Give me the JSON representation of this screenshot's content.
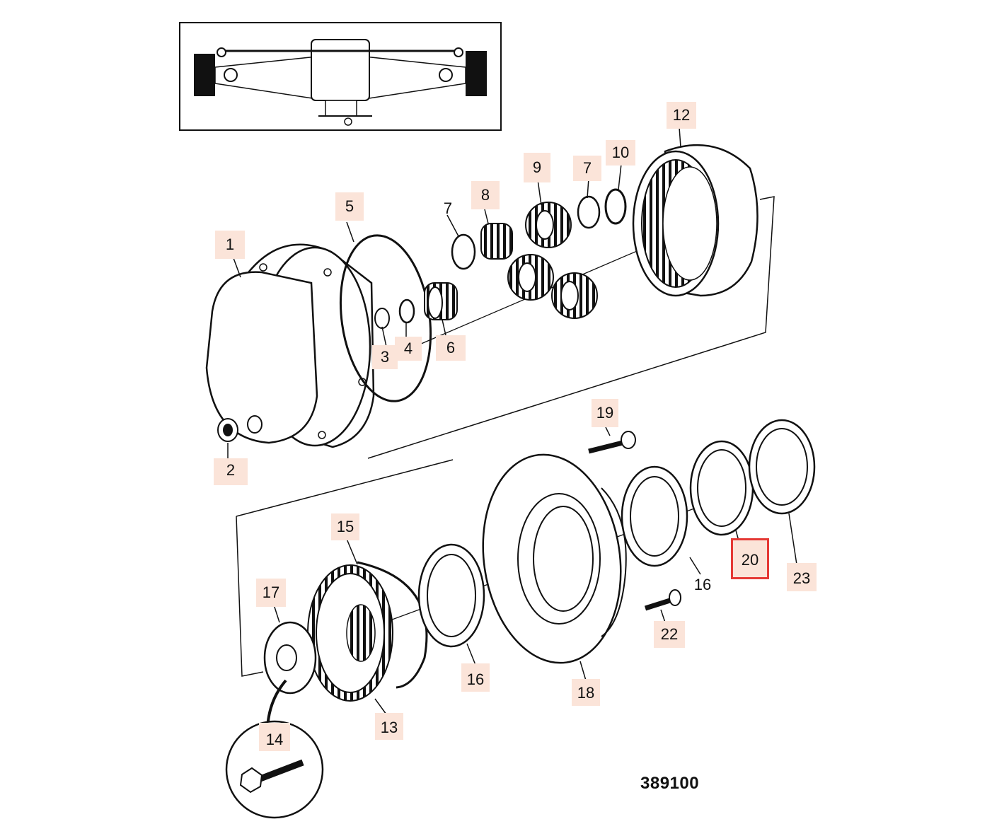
{
  "drawing_number": "389100",
  "selected_callout": "20",
  "colors": {
    "callout_fill": "#fbe4d9",
    "selected_outline": "#e53935",
    "line": "#111111"
  },
  "callouts": [
    {
      "id": "c1",
      "label": "1"
    },
    {
      "id": "c2",
      "label": "2"
    },
    {
      "id": "c3",
      "label": "3"
    },
    {
      "id": "c4",
      "label": "4"
    },
    {
      "id": "c5",
      "label": "5"
    },
    {
      "id": "c6",
      "label": "6"
    },
    {
      "id": "c7a",
      "label": "7"
    },
    {
      "id": "c7b",
      "label": "7"
    },
    {
      "id": "c8",
      "label": "8"
    },
    {
      "id": "c9",
      "label": "9"
    },
    {
      "id": "c10",
      "label": "10"
    },
    {
      "id": "c12",
      "label": "12"
    },
    {
      "id": "c13",
      "label": "13"
    },
    {
      "id": "c14",
      "label": "14"
    },
    {
      "id": "c15",
      "label": "15"
    },
    {
      "id": "c16a",
      "label": "16"
    },
    {
      "id": "c16b",
      "label": "16"
    },
    {
      "id": "c17",
      "label": "17"
    },
    {
      "id": "c18",
      "label": "18"
    },
    {
      "id": "c19",
      "label": "19"
    },
    {
      "id": "c20",
      "label": "20"
    },
    {
      "id": "c22",
      "label": "22"
    },
    {
      "id": "c23",
      "label": "23"
    }
  ]
}
